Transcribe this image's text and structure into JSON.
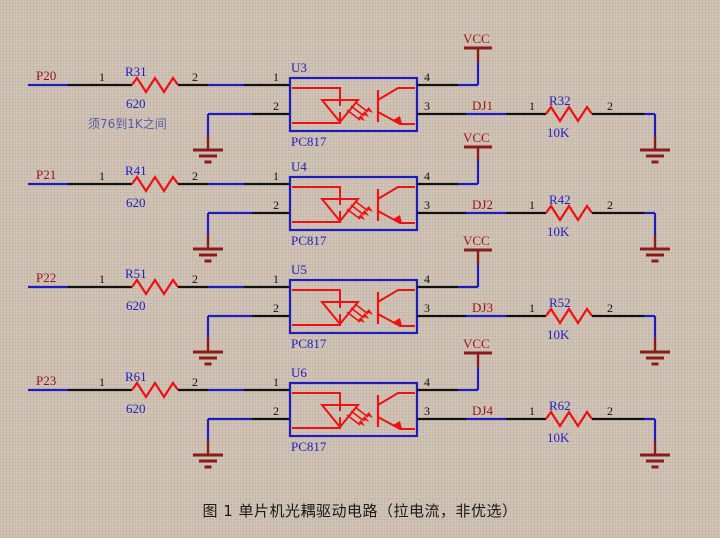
{
  "figure": {
    "caption": "图 1 单片机光耦驱动电路（拉电流，非优选）",
    "note": "须76到1K之间",
    "colors": {
      "wire_black": "#111111",
      "wire_blue": "#1d1dbe",
      "component_red": "#ee1111",
      "label_blue": "#2020c0",
      "label_dark_red": "#9a1414",
      "ground_dark_red": "#8b1a1a",
      "background": "#fdf8f0"
    }
  },
  "power_label": "VCC",
  "pins": {
    "p1": "1",
    "p2": "2",
    "p3": "3",
    "p4": "4"
  },
  "channels": [
    {
      "port": "P20",
      "in_res_ref": "R31",
      "in_res_val": "620",
      "opto_ref": "U3",
      "opto_part": "PC817",
      "net": "DJ1",
      "out_res_ref": "R32",
      "out_res_val": "10K",
      "vcc": "VCC"
    },
    {
      "port": "P21",
      "in_res_ref": "R41",
      "in_res_val": "620",
      "opto_ref": "U4",
      "opto_part": "PC817",
      "net": "DJ2",
      "out_res_ref": "R42",
      "out_res_val": "10K",
      "vcc": "VCC"
    },
    {
      "port": "P22",
      "in_res_ref": "R51",
      "in_res_val": "620",
      "opto_ref": "U5",
      "opto_part": "PC817",
      "net": "DJ3",
      "out_res_ref": "R52",
      "out_res_val": "10K",
      "vcc": "VCC"
    },
    {
      "port": "P23",
      "in_res_ref": "R61",
      "in_res_val": "620",
      "opto_ref": "U6",
      "opto_part": "PC817",
      "net": "DJ4",
      "out_res_ref": "R62",
      "out_res_val": "10K",
      "vcc": "VCC"
    }
  ]
}
